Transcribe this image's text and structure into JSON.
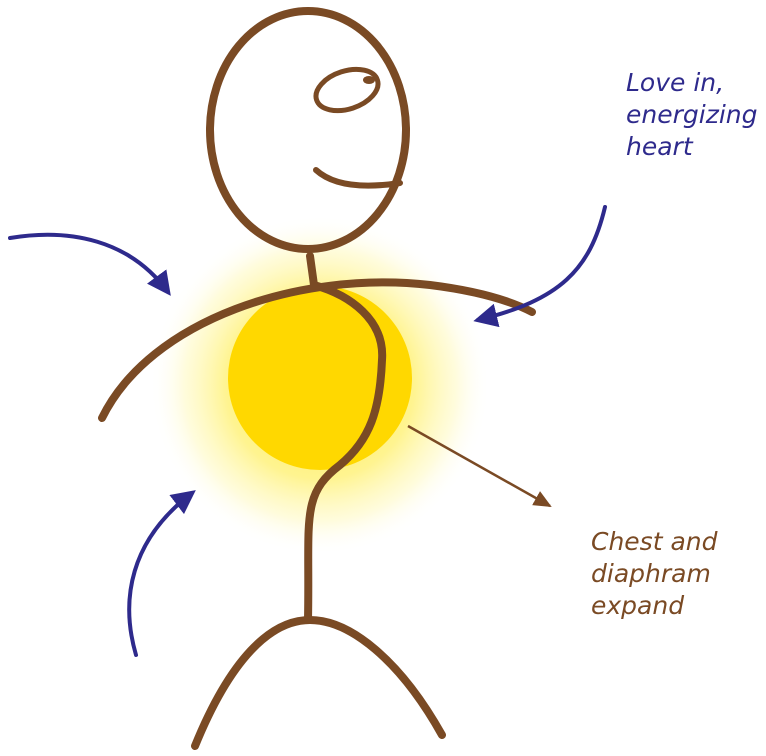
{
  "colors": {
    "figure": "#7a4a24",
    "heart": "#ffd800",
    "glow": "#fff27a",
    "love_arrows": "#2e2a8c",
    "love_text": "#2e2a8c",
    "chest_text": "#7a4a24"
  },
  "labels": {
    "love": {
      "lines": [
        "Love in,",
        "energizing",
        "heart"
      ]
    },
    "chest": {
      "lines": [
        "Chest and",
        "diaphram",
        "expand"
      ]
    }
  },
  "icons": {
    "figure": "stick-figure",
    "heart": "glowing-heart",
    "arrows": "curved-arrow"
  }
}
